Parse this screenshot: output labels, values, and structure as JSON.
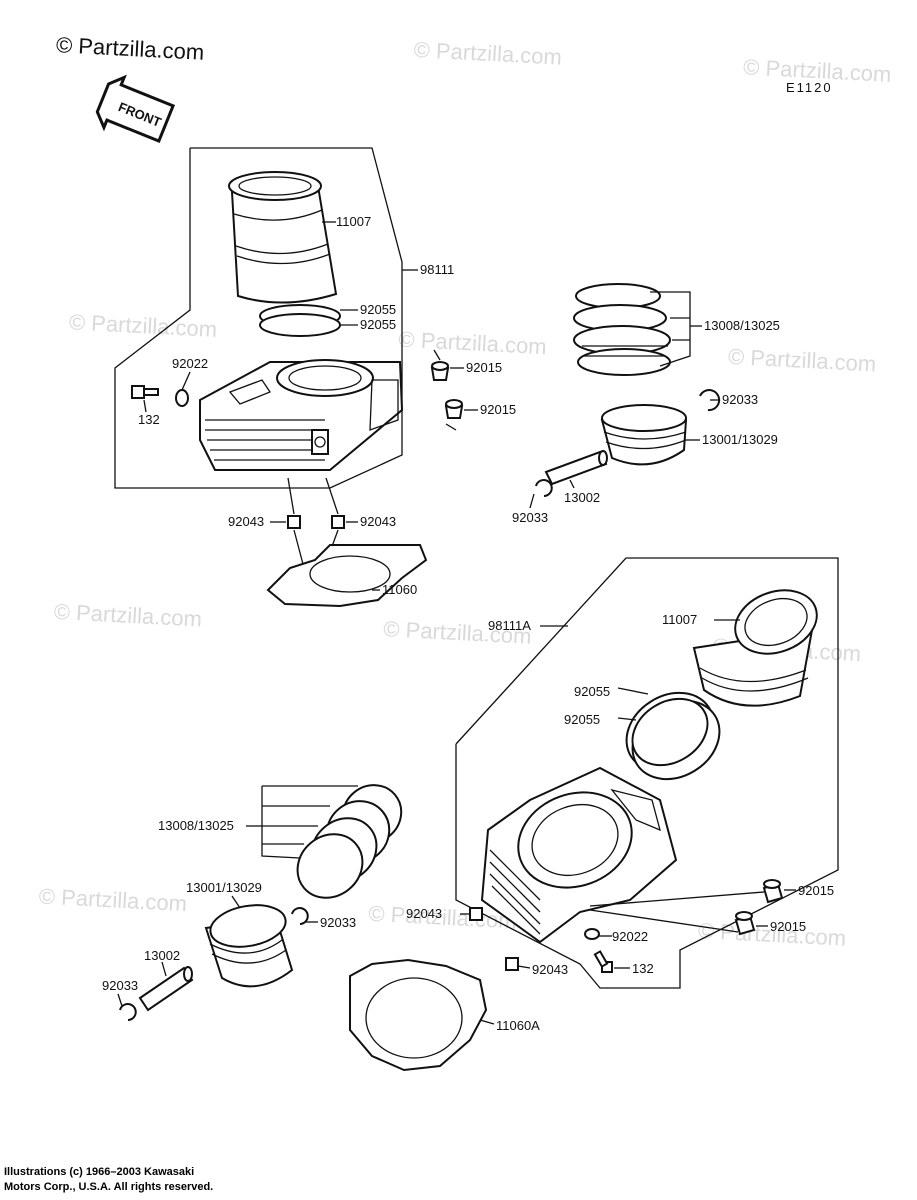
{
  "header": {
    "brand": "© Partzilla.com",
    "diagram_code": "E1120",
    "front_marker": "FRONT"
  },
  "watermark": {
    "text": "© Partzilla.com"
  },
  "callouts": {
    "t_11007": "11007",
    "t_98111": "98111",
    "t_92055a": "92055",
    "t_92055b": "92055",
    "t_92022": "92022",
    "t_132": "132",
    "t_92015a": "92015",
    "t_92015b": "92015",
    "t_92043a": "92043",
    "t_92043b": "92043",
    "t_11060": "11060",
    "t_13008": "13008/13025",
    "t_92033a": "92033",
    "t_13001": "13001/13029",
    "t_13002": "13002",
    "t_92033b": "92033",
    "b_98111a": "98111A",
    "b_11007": "11007",
    "b_92055a": "92055",
    "b_92055b": "92055",
    "b_13008": "13008/13025",
    "b_13001": "13001/13029",
    "b_92033a": "92033",
    "b_13002": "13002",
    "b_92033b": "92033",
    "b_92043a": "92043",
    "b_92043b": "92043",
    "b_92015a": "92015",
    "b_92015b": "92015",
    "b_92022": "92022",
    "b_132": "132",
    "b_11060a": "11060A"
  },
  "footer": {
    "copyright_line1": "Illustrations (c) 1966–2003 Kawasaki",
    "copyright_line2": "Motors Corp., U.S.A.  All rights reserved."
  }
}
